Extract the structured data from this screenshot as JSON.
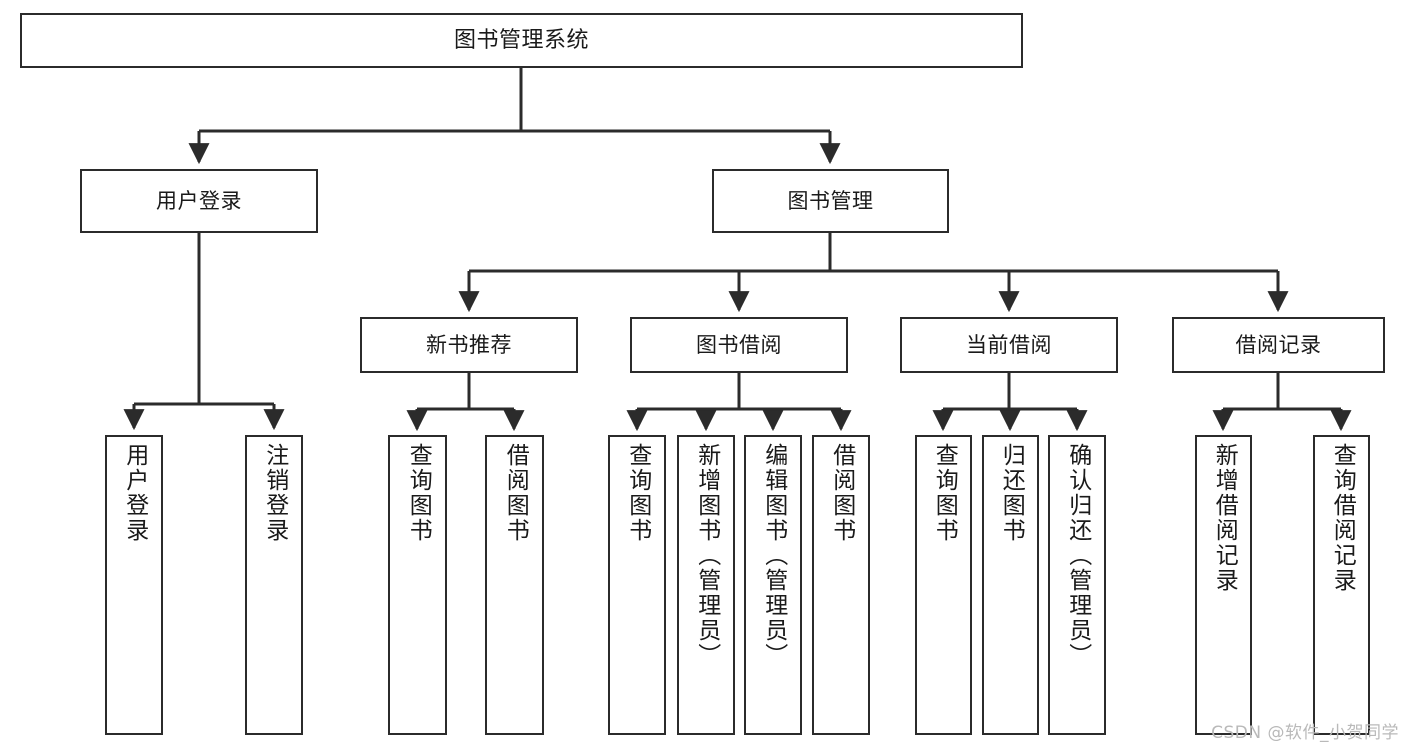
{
  "diagram": {
    "title": "图书管理系统",
    "watermark": "CSDN @软件_小贺同学",
    "line_color": "#2b2b2b",
    "background_color": "#ffffff",
    "text_color": "#1a1a1a",
    "levels": {
      "root": {
        "label": "图书管理系统"
      },
      "level2": [
        {
          "label": "用户登录"
        },
        {
          "label": "图书管理"
        }
      ],
      "level3": [
        {
          "label": "新书推荐"
        },
        {
          "label": "图书借阅"
        },
        {
          "label": "当前借阅"
        },
        {
          "label": "借阅记录"
        }
      ],
      "leaves": {
        "user_login": [
          {
            "label": "用户登录"
          },
          {
            "label": "注销登录"
          }
        ],
        "new_book_recommend": [
          {
            "label": "查询图书"
          },
          {
            "label": "借阅图书"
          }
        ],
        "book_borrow": [
          {
            "label": "查询图书"
          },
          {
            "label": "新增图书（管理员）"
          },
          {
            "label": "编辑图书（管理员）"
          },
          {
            "label": "借阅图书"
          }
        ],
        "current_borrow": [
          {
            "label": "查询图书"
          },
          {
            "label": "归还图书"
          },
          {
            "label": "确认归还（管理员）"
          }
        ],
        "borrow_record": [
          {
            "label": "新增借阅记录"
          },
          {
            "label": "查询借阅记录"
          }
        ]
      }
    }
  }
}
